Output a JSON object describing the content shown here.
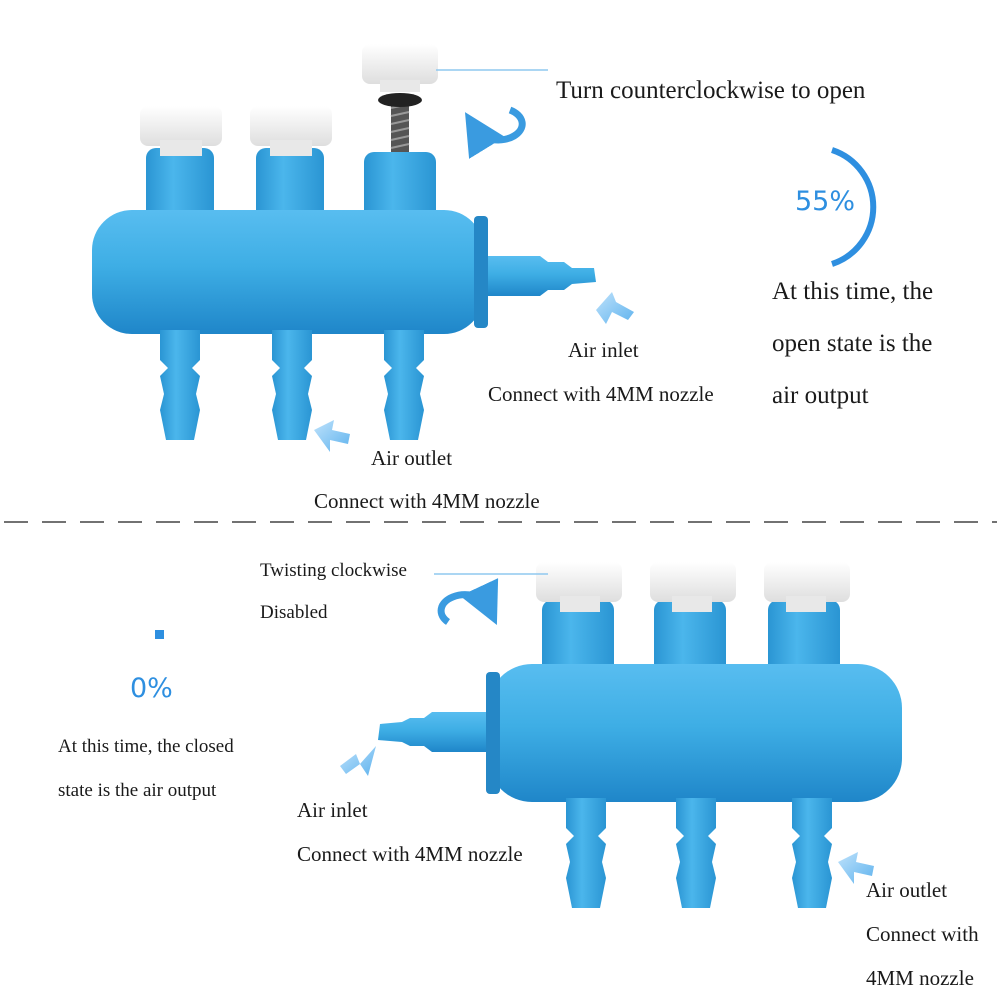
{
  "colors": {
    "body": "#3eaee5",
    "body_shadow": "#1f86c9",
    "knob": "#f4f4f4",
    "arrow": "#5fb3ee",
    "percent": "#2e8fe0",
    "dashed_line": "#444444"
  },
  "top": {
    "instruction": "Turn counterclockwise to open",
    "percent": "55%",
    "percent_value": 55,
    "state_lines": [
      "At this time, the",
      "open state is the",
      "air output"
    ],
    "inlet_label": "Air inlet",
    "inlet_sub": "Connect with 4MM nozzle",
    "outlet_label": "Air outlet",
    "outlet_sub": "Connect with 4MM nozzle"
  },
  "bottom": {
    "instruction": "Twisting clockwise",
    "instruction_sub": "Disabled",
    "percent": "0%",
    "percent_value": 0,
    "state_lines": [
      "At this time, the closed",
      "state is the air output"
    ],
    "inlet_label": "Air inlet",
    "inlet_sub": "Connect with 4MM nozzle",
    "outlet_label": "Air outlet",
    "outlet_sub_lines": [
      "Connect with",
      "4MM nozzle"
    ]
  },
  "icons": [
    "counterclockwise-arrow-icon",
    "clockwise-arrow-icon",
    "pointer-arrow-icon"
  ]
}
